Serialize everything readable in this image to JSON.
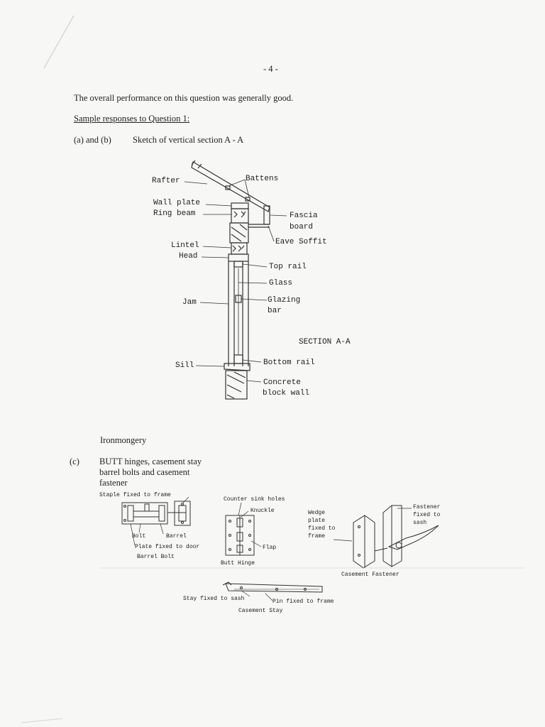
{
  "page_number": "- 4 -",
  "intro_line": "The overall performance on this question was generally good.",
  "sample_heading": "Sample responses to Question 1:",
  "part_ab": {
    "label": "(a) and (b)",
    "title": "Sketch of vertical section A - A"
  },
  "section_labels": {
    "rafter": "Rafter",
    "battens": "Battens",
    "wall_plate": "Wall plate",
    "ring_beam": "Ring beam",
    "fascia_1": "Fascia",
    "fascia_2": "board",
    "eave_soffit": "Eave Soffit",
    "lintel": "Lintel",
    "head": "Head",
    "top_rail": "Top rail",
    "glass": "Glass",
    "glazing_1": "Glazing",
    "glazing_2": "bar",
    "jam": "Jam",
    "section_title": "SECTION A-A",
    "sill": "Sill",
    "bottom_rail": "Bottom rail",
    "concrete_1": "Concrete",
    "concrete_2": "block wall"
  },
  "ironmongery_heading": "Ironmongery",
  "part_c": {
    "label": "(c)",
    "line1": "BUTT hinges, casement stay",
    "line2": "barrel bolts and casement",
    "line3": "fastener"
  },
  "ironmongery_labels": {
    "staple": "Staple fixed to frame",
    "bolt": "Bolt",
    "barrel": "Barrel",
    "plate": "Plate fixed to door",
    "barrel_bolt": "Barrel Bolt",
    "counter_sink": "Counter sink holes",
    "knuckle": "Knuckle",
    "flap": "Flap",
    "butt_hinge": "Butt Hinge",
    "wedge_1": "Wedge",
    "wedge_2": "plate",
    "wedge_3": "fixed to",
    "wedge_4": "frame",
    "fastener_1": "Fastener",
    "fastener_2": "fixed to",
    "fastener_3": "sash",
    "casement_fastener": "Casement Fastener",
    "stay_fixed": "Stay fixed to sash",
    "pin_fixed": "Pin fixed to frame",
    "casement_stay": "Casement Stay"
  }
}
